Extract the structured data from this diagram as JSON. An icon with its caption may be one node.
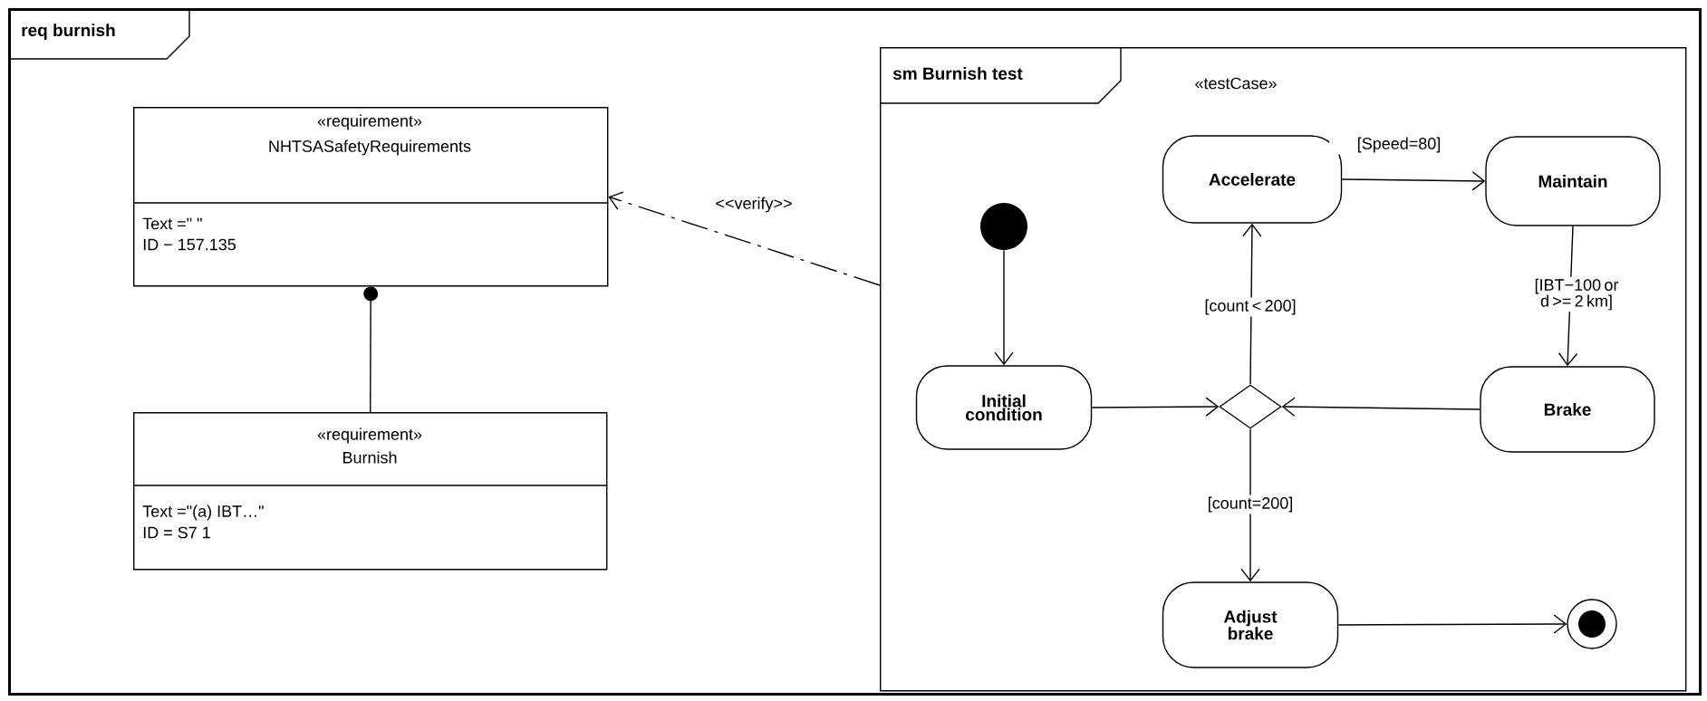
{
  "diagram": {
    "nodes": [
      {
        "text": [
          "req burnish"
        ]
      },
      {
        "text": [
          "«requirement»",
          "NHTSASafetyRequirements",
          "Text =\" \"",
          "ID − 157.135"
        ],
        "in": 0
      },
      {
        "text": [
          "«requirement»",
          "Burnish",
          "Text =\"(a) IBT…\"",
          "ID = S7 1"
        ],
        "in": 0
      },
      {
        "text": [
          "sm Burnish test",
          "«testCase»"
        ],
        "in": 0
      },
      {
        "text": [],
        "shape": "circle",
        "in": 3
      },
      {
        "text": [
          "Initial condition"
        ],
        "in": 3
      },
      {
        "text": [
          "Accelerate"
        ],
        "in": 3
      },
      {
        "text": [
          "Maintain"
        ],
        "in": 3
      },
      {
        "text": [],
        "shape": "diamond",
        "in": 3
      },
      {
        "text": [
          "Brake"
        ],
        "in": 3
      },
      {
        "text": [
          "Adjust brake"
        ],
        "in": 3
      },
      {
        "text": [],
        "shape": "bullseye",
        "in": 3
      }
    ],
    "edges": [
      {
        "from": 2,
        "to": 1,
        "arrow": "other"
      },
      {
        "from": 3,
        "to": 1,
        "arrow": "to",
        "label": "<<verify>>",
        "style": "dashed"
      },
      {
        "from": 4,
        "to": 5,
        "arrow": "to"
      },
      {
        "from": 5,
        "to": 8,
        "arrow": "to"
      },
      {
        "from": 9,
        "to": 8,
        "arrow": "to"
      },
      {
        "from": 8,
        "to": 6,
        "arrow": "to",
        "label": "[count < 200]"
      },
      {
        "from": 6,
        "to": 7,
        "arrow": "to",
        "label": "[Speed=80]"
      },
      {
        "from": 7,
        "to": 9,
        "arrow": "to",
        "label": "[IBT−100 or d >= 2 km]"
      },
      {
        "from": 8,
        "to": 10,
        "arrow": "to",
        "label": "[count=200]"
      },
      {
        "from": 10,
        "to": 11,
        "arrow": "to"
      }
    ]
  }
}
